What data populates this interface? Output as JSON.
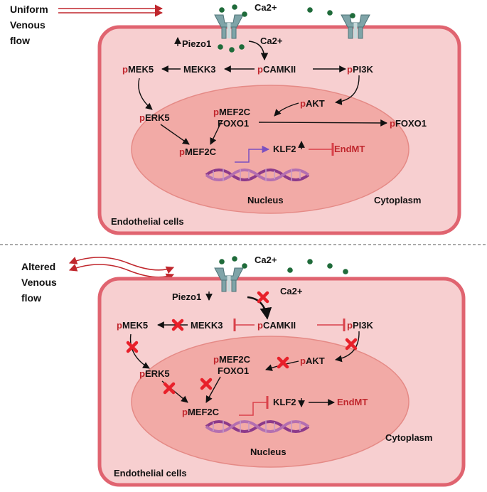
{
  "panel_top": {
    "flow_label": [
      "Uniform",
      "Venous",
      "flow"
    ],
    "ca_outside": "Ca2+",
    "ca_inside": "Ca2+",
    "piezo": "Piezo1",
    "camkii": {
      "p": "p",
      "text": "CAMKII"
    },
    "mekk3": "MEKK3",
    "mek5": {
      "p": "p",
      "text": "MEK5"
    },
    "pi3k": {
      "p": "p",
      "text": "PI3K"
    },
    "akt": {
      "p": "p",
      "text": "AKT"
    },
    "erk5": {
      "p": "p",
      "text": "ERK5"
    },
    "mef2c_foxo1": {
      "p": "p",
      "text": "MEF2C",
      "line2": "FOXO1"
    },
    "pfoxo1": {
      "p": "p",
      "text": "FOXO1"
    },
    "mef2c": {
      "p": "p",
      "text": "MEF2C"
    },
    "klf2": "KLF2",
    "endmt": "EndMT",
    "nucleus": "Nucleus",
    "cytoplasm": "Cytoplasm",
    "cell": "Endothelial cells"
  },
  "panel_bottom": {
    "flow_label": [
      "Altered",
      "Venous",
      "flow"
    ],
    "ca_outside": "Ca2+",
    "ca_inside": "Ca2+",
    "piezo": "Piezo1",
    "camkii": {
      "p": "p",
      "text": "CAMKII"
    },
    "mekk3": "MEKK3",
    "mek5": {
      "p": "p",
      "text": "MEK5"
    },
    "pi3k": {
      "p": "p",
      "text": "PI3K"
    },
    "akt": {
      "p": "p",
      "text": "AKT"
    },
    "erk5": {
      "p": "p",
      "text": "ERK5"
    },
    "mef2c_foxo1": {
      "p": "p",
      "text": "MEF2C",
      "line2": "FOXO1"
    },
    "mef2c": {
      "p": "p",
      "text": "MEF2C"
    },
    "klf2": "KLF2",
    "endmt": "EndMT",
    "nucleus": "Nucleus",
    "cytoplasm": "Cytoplasm",
    "cell": "Endothelial cells"
  },
  "colors": {
    "cell_fill": "#f7cfd0",
    "cell_border": "#e06470",
    "nucleus_fill": "#f2aaa6",
    "channel": "#7fa4a8",
    "ion": "#1f6b3a",
    "phospho": "#c0272d",
    "inhibit": "#d9414a",
    "promoter": "#7a4fc0",
    "dna": "#8c3a8a"
  },
  "icons": [
    "piezo-channel-icon",
    "ion-dot-icon",
    "dna-helix-icon",
    "block-x-icon",
    "up-arrow-icon",
    "down-arrow-icon"
  ]
}
